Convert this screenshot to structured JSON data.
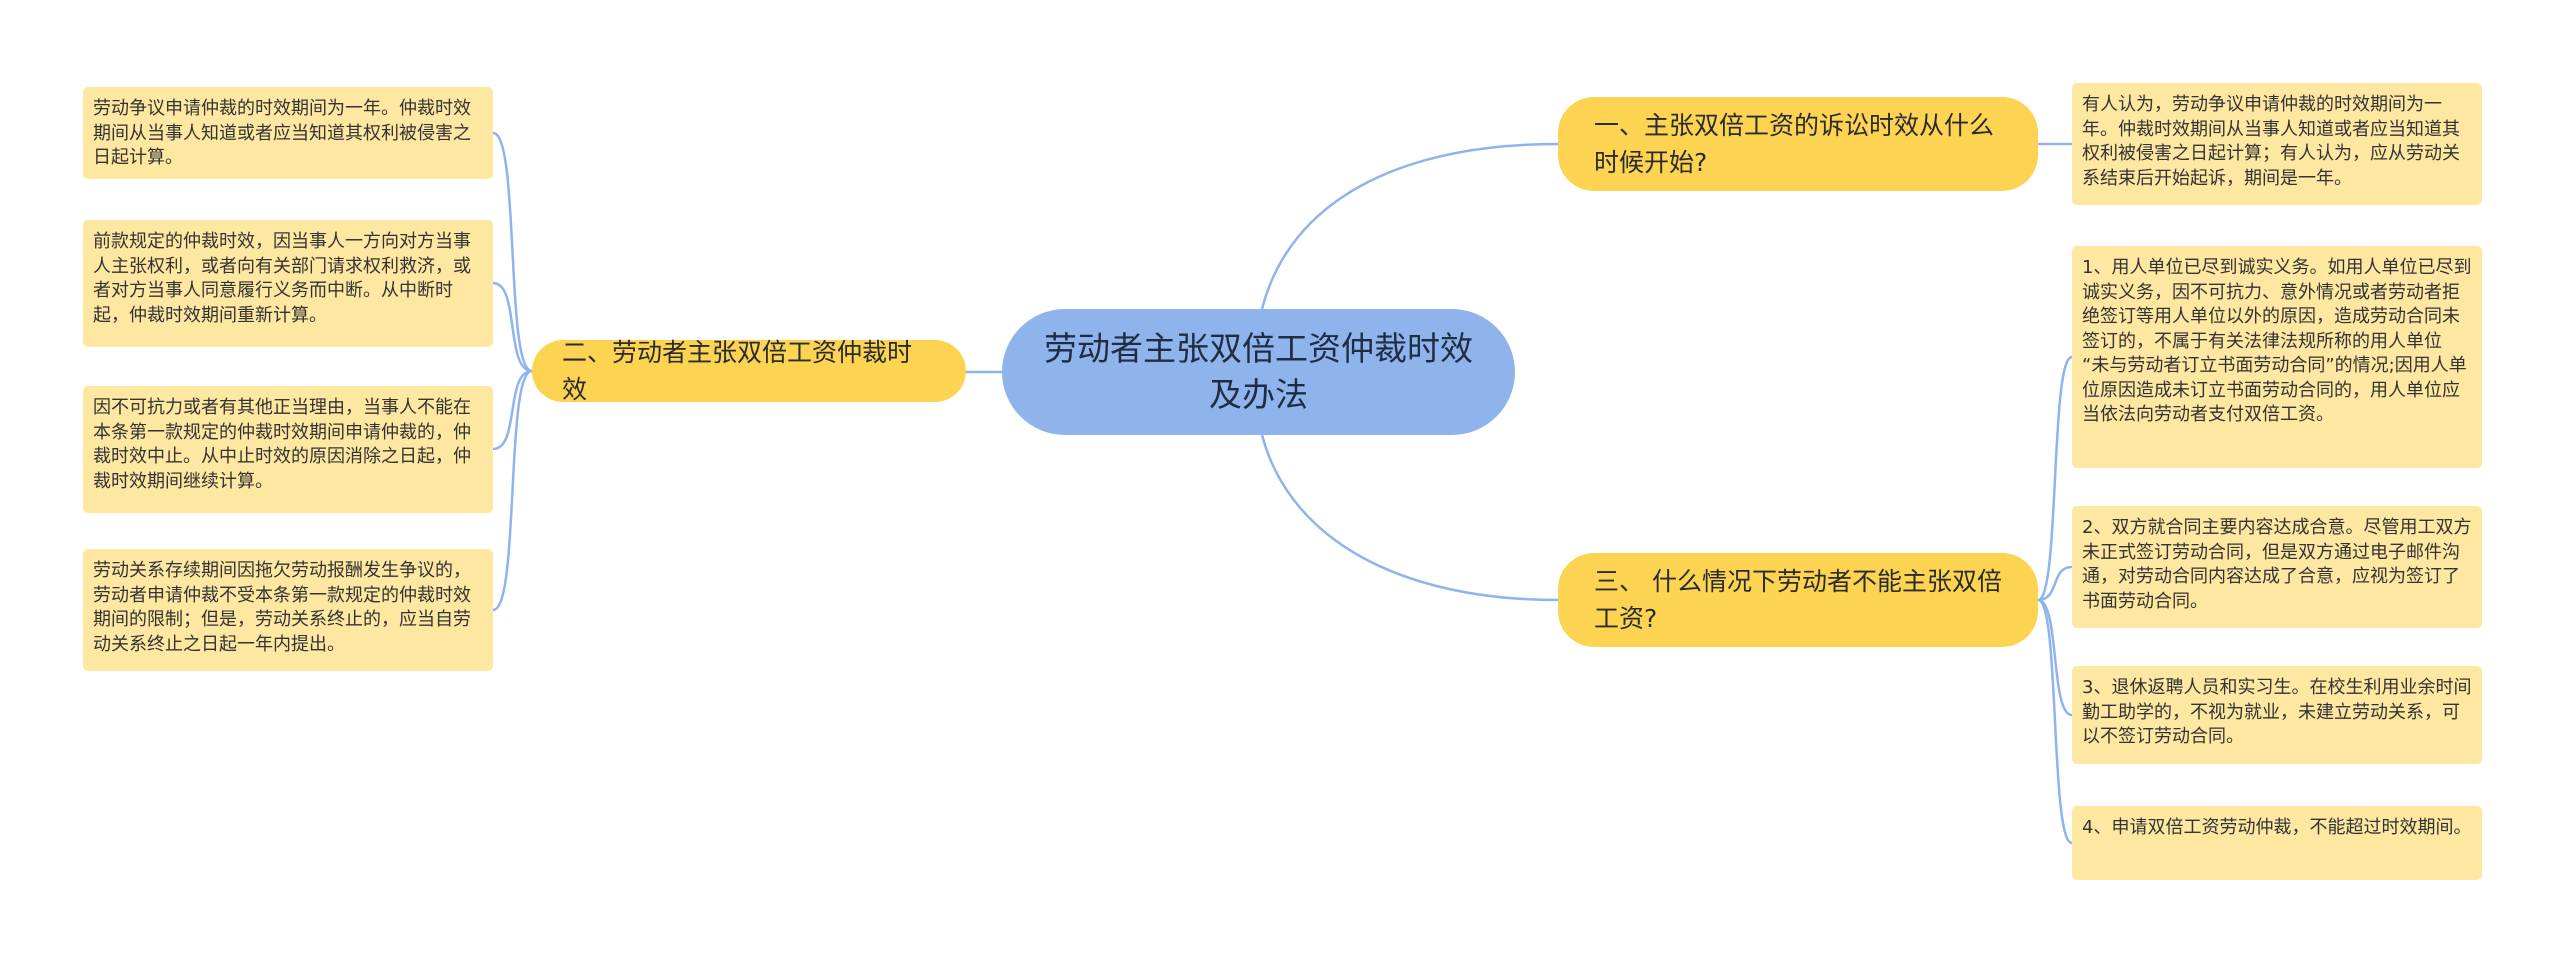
{
  "root": {
    "title": "劳动者主张双倍工资仲裁时效及办法"
  },
  "branches": [
    {
      "label": "一、主张双倍工资的诉讼时效从什么时候开始?"
    },
    {
      "label": "二、劳动者主张双倍工资仲裁时效"
    },
    {
      "label": "三、 什么情况下劳动者不能主张双倍工资?"
    }
  ],
  "left_leaves": [
    "劳动争议申请仲裁的时效期间为一年。仲裁时效期间从当事人知道或者应当知道其权利被侵害之日起计算。",
    "前款规定的仲裁时效，因当事人一方向对方当事人主张权利，或者向有关部门请求权利救济，或者对方当事人同意履行义务而中断。从中断时起，仲裁时效期间重新计算。",
    "因不可抗力或者有其他正当理由，当事人不能在本条第一款规定的仲裁时效期间申请仲裁的，仲裁时效中止。从中止时效的原因消除之日起，仲裁时效期间继续计算。",
    "劳动关系存续期间因拖欠劳动报酬发生争议的，劳动者申请仲裁不受本条第一款规定的仲裁时效期间的限制；但是，劳动关系终止的，应当自劳动关系终止之日起一年内提出。"
  ],
  "right_leaves": [
    "有人认为，劳动争议申请仲裁的时效期间为一年。仲裁时效期间从当事人知道或者应当知道其权利被侵害之日起计算；有人认为，应从劳动关系结束后开始起诉，期间是一年。",
    "1、用人单位已尽到诚实义务。如用人单位已尽到诚实义务，因不可抗力、意外情况或者劳动者拒绝签订等用人单位以外的原因，造成劳动合同未签订的，不属于有关法律法规所称的用人单位 “未与劳动者订立书面劳动合同”的情况;因用人单位原因造成未订立书面劳动合同的，用人单位应当依法向劳动者支付双倍工资。",
    "2、双方就合同主要内容达成合意。尽管用工双方未正式签订劳动合同，但是双方通过电子邮件沟通，对劳动合同内容达成了合意，应视为签订了书面劳动合同。",
    "3、退休返聘人员和实习生。在校生利用业余时间勤工助学的，不视为就业，未建立劳动关系，可以不签订劳动合同。",
    "4、申请双倍工资劳动仲裁，不能超过时效期间。"
  ],
  "colors": {
    "root": "#8fb4ec",
    "branch": "#fcd452",
    "leaf": "#fde7a1",
    "line": "#8fb4ec"
  }
}
